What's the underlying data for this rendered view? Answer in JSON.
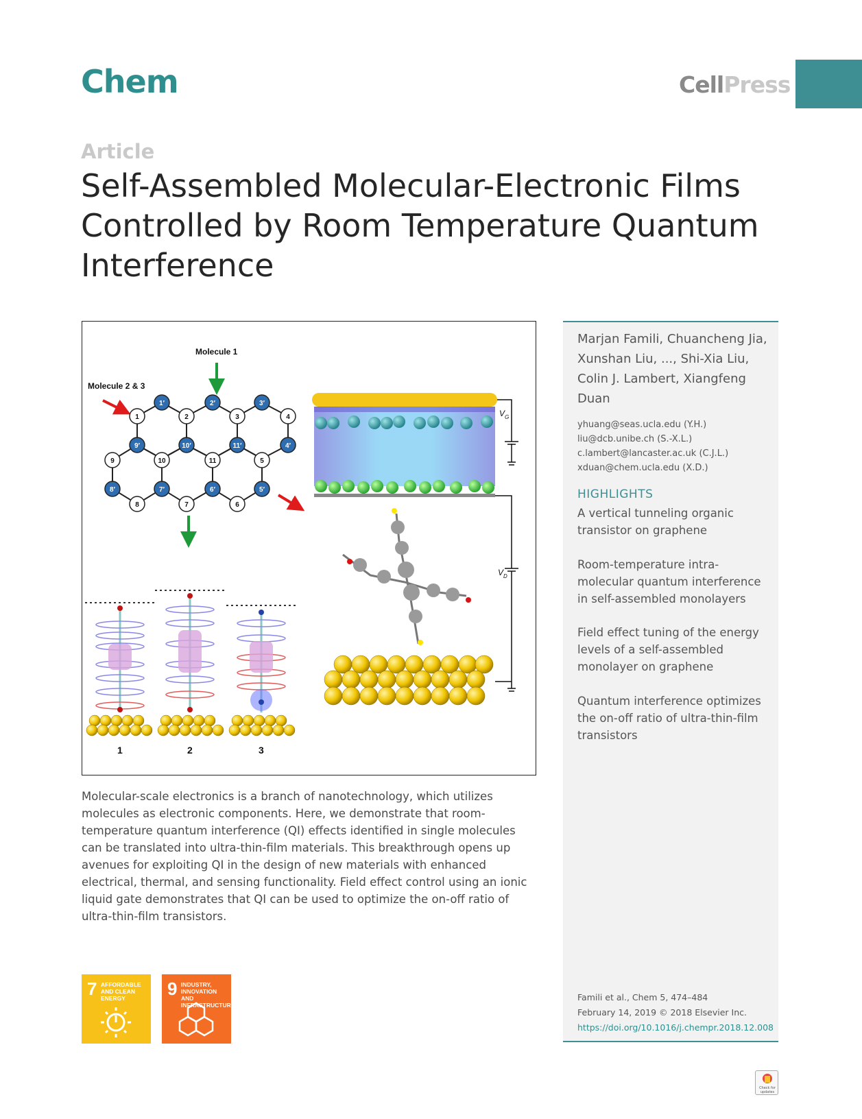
{
  "header": {
    "journal": "Chem",
    "publisher_part1": "Cell",
    "publisher_part2": "Press",
    "accent_color": "#3d8f93"
  },
  "article": {
    "type": "Article",
    "title": "Self-Assembled Molecular-Electronic Films Controlled by Room Temperature Quantum Interference",
    "abstract": "Molecular-scale electronics is a branch of nanotechnology, which utilizes molecules as electronic components. Here, we demonstrate that room-temperature quantum interference (QI) effects identified in single molecules can be translated into ultra-thin-film materials. This breakthrough opens up avenues for exploiting QI in the design of new materials with enhanced electrical, thermal, and sensing functionality. Field effect control using an ionic liquid gate demonstrates that QI can be used to optimize the on-off ratio of ultra-thin-film transistors."
  },
  "figure": {
    "label_molecule1": "Molecule 1",
    "label_molecule23": "Molecule 2 & 3",
    "vg": "V",
    "vg_sub": "G",
    "vd": "V",
    "vd_sub": "D",
    "column_labels": [
      "1",
      "2",
      "3"
    ],
    "hex_atoms": {
      "white": [
        "1",
        "2",
        "3",
        "4",
        "9",
        "10",
        "11",
        "5",
        "8",
        "7",
        "6"
      ],
      "blue": [
        "1′",
        "2′",
        "3′",
        "9′",
        "10′",
        "11′",
        "4′",
        "8′",
        "7′",
        "6′",
        "5′"
      ]
    }
  },
  "sidebar": {
    "authors": "Marjan Famili, Chuancheng Jia, Xunshan Liu, ..., Shi-Xia Liu, Colin J. Lambert, Xiangfeng Duan",
    "emails": [
      "yhuang@seas.ucla.edu (Y.H.)",
      "liu@dcb.unibe.ch (S.-X.L.)",
      "c.lambert@lancaster.ac.uk (C.J.L.)",
      "xduan@chem.ucla.edu (X.D.)"
    ],
    "highlights_title": "HIGHLIGHTS",
    "highlights": [
      "A vertical tunneling organic transistor on graphene",
      "Room-temperature intra-molecular quantum interference in self-assembled monolayers",
      "Field effect tuning of the energy levels of a self-assembled monolayer on graphene",
      "Quantum interference optimizes the on-off ratio of ultra-thin-film transistors"
    ],
    "citation_line1": "Famili et al., Chem 5, 474–484",
    "citation_line2": "February 14, 2019 © 2018 Elsevier Inc.",
    "doi": "https://doi.org/10.1016/j.chempr.2018.12.008"
  },
  "sdg": [
    {
      "number": "7",
      "label": "AFFORDABLE AND CLEAN ENERGY",
      "color": "#f8c11a"
    },
    {
      "number": "9",
      "label": "INDUSTRY, INNOVATION AND INFRASTRUCTURE",
      "color": "#f36d25"
    }
  ],
  "badge": {
    "label": "Check for updates"
  }
}
